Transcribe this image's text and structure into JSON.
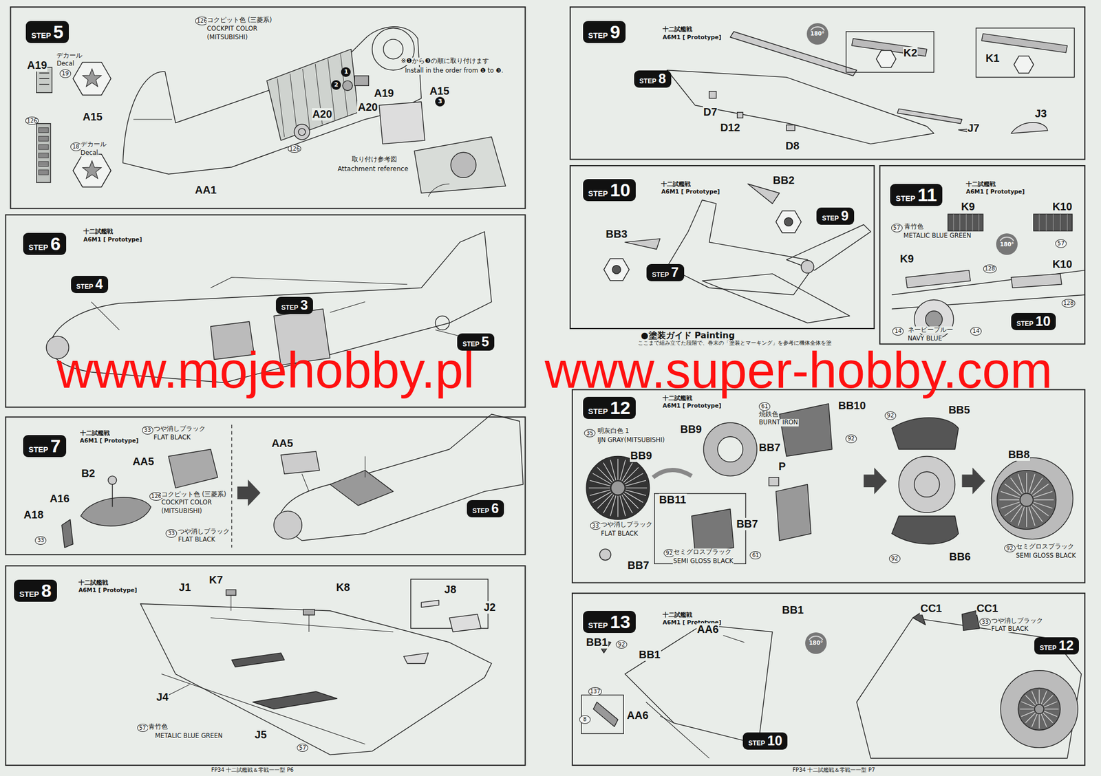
{
  "diagram": {
    "nodes": [
      {
        "text": [
          "STEP",
          "5"
        ]
      },
      {
        "text": [
          "STEP",
          "6"
        ]
      },
      {
        "text": [
          "STEP",
          "4"
        ]
      },
      {
        "text": [
          "STEP",
          "3"
        ]
      },
      {
        "text": [
          "STEP",
          "5"
        ]
      },
      {
        "text": [
          "STEP",
          "7"
        ]
      },
      {
        "text": [
          "STEP",
          "6"
        ]
      },
      {
        "text": [
          "STEP",
          "8"
        ]
      },
      {
        "text": [
          "STEP",
          "9"
        ]
      },
      {
        "text": [
          "180°"
        ]
      },
      {
        "text": [
          "STEP",
          "8"
        ]
      },
      {
        "text": [
          "STEP",
          "10"
        ]
      },
      {
        "text": [
          "STEP",
          "9"
        ]
      },
      {
        "text": [
          "STEP",
          "7"
        ]
      },
      {
        "text": [
          "STEP",
          "11"
        ]
      },
      {
        "text": [
          "180°"
        ]
      },
      {
        "text": [
          "STEP",
          "10"
        ]
      },
      {
        "text": [
          "STEP",
          "12"
        ]
      },
      {
        "text": [
          "STEP",
          "13"
        ]
      },
      {
        "text": [
          "180°"
        ]
      },
      {
        "text": [
          "STEP",
          "12"
        ]
      },
      {
        "text": [
          "STEP",
          "10"
        ]
      }
    ],
    "labels": [
      "A19",
      "デカール",
      "Decal",
      "19",
      "126",
      "A15",
      "18",
      "デカール",
      "Decal",
      "126",
      "コクピット色 (三菱系)",
      "COCKPIT COLOR",
      "(MITSUBISHI)",
      "※❶から❸の順に取り付けます",
      "Install in the order from ❶ to ❸.",
      "1",
      "2",
      "A19",
      "A20",
      "A15",
      "3",
      "A20",
      "126",
      "取り付け参考図",
      "Attachment reference",
      "AA1",
      "十二試艦戦",
      "A6M1 [ Prototype]",
      "十二試艦戦",
      "A6M1 [ Prototype]",
      "33",
      "つや消しブラック",
      "FLAT BLACK",
      "AA5",
      "B2",
      "126",
      "コクピット色 (三菱系)",
      "COCKPIT COLOR",
      "(MITSUBISHI)",
      "A16",
      "A18",
      "33",
      "つや消しブラック",
      "FLAT BLACK",
      "33",
      "AA5",
      "十二試艦戦",
      "A6M1 [ Prototype]",
      "J1",
      "K7",
      "K8",
      "J8",
      "J2",
      "J4",
      "J5",
      "57",
      "青竹色",
      "METALIC BLUE GREEN",
      "57",
      "FP34 十二試艦戦＆零戦一一型 P6",
      "十二試艦戦",
      "A6M1 [ Prototype]",
      "K2",
      "K1",
      "D7",
      "D12",
      "D8",
      "J7",
      "J3",
      "十二試艦戦",
      "A6M1 [ Prototype]",
      "BB2",
      "BB3",
      "十二試艦戦",
      "A6M1 [ Prototype]",
      "57",
      "青竹色",
      "METALIC BLUE GREEN",
      "K9",
      "K10",
      "57",
      "K9",
      "K10",
      "128",
      "128",
      "14",
      "ネービーブルー",
      "NAVY BLUE",
      "14",
      "●塗装ガイド Painting",
      "ここまで組み立てた段階で、巻末の「塗装とマーキング」を参考に機体全体を塗",
      "www.mojehobby.pl",
      "www.super-hobby.com",
      "十二試艦戦",
      "A6M1 [ Prototype]",
      "35",
      "明灰白色 1",
      "IJN GRAY(MITSUBISHI)",
      "BB9",
      "BB9",
      "61",
      "焼鉄色",
      "BURNT IRON",
      "BB10",
      "92",
      "BB7",
      "P",
      "BB11",
      "BB7",
      "61",
      "92",
      "セミグロスブラック",
      "SEMI GLOSS BLACK",
      "33",
      "つや消しブラック",
      "FLAT BLACK",
      "BB7",
      "92",
      "BB5",
      "BB8",
      "92",
      "セミグロスブラック",
      "SEMI GLOSS BLACK",
      "92",
      "BB6",
      "十二試艦戦",
      "A6M1 [ Prototype]",
      "BB1",
      "CC1",
      "CC1",
      "33",
      "つや消しブラック",
      "FLAT BLACK",
      "AA6",
      "BB1",
      "92",
      "BB1",
      "137",
      "8",
      "AA6",
      "FP34 十二試艦戦＆零戦一一型 P7"
    ]
  }
}
